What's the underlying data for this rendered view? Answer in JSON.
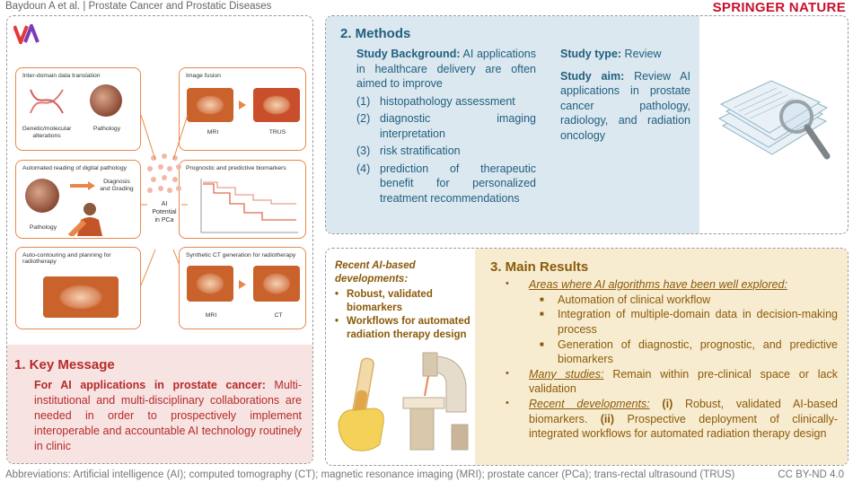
{
  "header": {
    "citation": "Baydoun A et al. | Prostate Cancer and Prostatic Diseases",
    "publisher": "SPRINGER NATURE"
  },
  "footer": {
    "abbreviations": "Abbreviations: Artificial intelligence (AI); computed tomography (CT); magnetic resonance imaging (MRI); prostate cancer (PCa); trans-rectal ultrasound (TRUS)",
    "license": "CC BY-ND 4.0"
  },
  "figure": {
    "center_label": [
      "AI",
      "Potential",
      "in PCa"
    ],
    "boxes": {
      "inter_domain": {
        "title": "Inter-domain data translation",
        "label1": "Genetic/molecular alterations",
        "label2": "Pathology"
      },
      "image_fusion": {
        "title": "Image fusion",
        "label1": "MRI",
        "label2": "TRUS"
      },
      "digital_pathology": {
        "title": "Automated reading of digital pathology",
        "label1": "Diagnosis and Grading",
        "label2": "Pathology"
      },
      "biomarkers": {
        "title": "Prognostic and predictive biomarkers"
      },
      "contouring": {
        "title": "Auto-contouring and planning for radiotherapy"
      },
      "synthetic_ct": {
        "title": "Synthetic CT generation for radiotherapy",
        "label1": "MRI",
        "label2": "CT"
      }
    }
  },
  "key_message": {
    "title": "1. Key Message",
    "lead": "For AI applications in prostate cancer:",
    "body": " Multi-institutional and multi-disciplinary collaborations are needed in order to prospectively implement interoperable and accountable AI technology routinely in clinic"
  },
  "methods": {
    "title": "2. Methods",
    "background_label": "Study Background:",
    "background_text": " AI applications in healthcare delivery are often aimed to improve",
    "items": [
      {
        "num": "(1)",
        "text": "histopathology assessment"
      },
      {
        "num": "(2)",
        "text": "diagnostic imaging interpretation"
      },
      {
        "num": "(3)",
        "text": "risk stratification"
      },
      {
        "num": "(4)",
        "text": "prediction of therapeutic benefit for personalized treatment recommendations"
      }
    ],
    "type_label": "Study type:",
    "type_text": " Review",
    "aim_label": "Study aim:",
    "aim_text": " Review AI applications in prostate cancer pathology, radiology, and radiation oncology"
  },
  "results": {
    "title": "3. Main Results",
    "recent_title": "Recent AI-based developments:",
    "recent_items": [
      "Robust, validated biomarkers",
      "Workflows for automated radiation therapy design"
    ],
    "explored_label": "Areas where AI algorithms have been well explored:",
    "explored_items": [
      "Automation of clinical workflow",
      "Integration of multiple-domain data in decision-making process",
      "Generation of diagnostic, prognostic, and predictive biomarkers"
    ],
    "many_label": "Many studies:",
    "many_text": " Remain within pre-clinical space or lack validation",
    "recent_label": "Recent developments:",
    "recent_i": " (i)",
    "recent_i_text": " Robust, validated AI-based biomarkers.",
    "recent_ii": " (ii)",
    "recent_ii_text": " Prospective deployment of clinically-integrated workflows for automated radiation therapy design"
  },
  "colors": {
    "publisher_red": "#c8102e",
    "methods_bg": "#dbe8f0",
    "results_bg": "#f8ecd0",
    "key_bg": "#f7e3e1",
    "figure_accent": "#e8874a"
  }
}
